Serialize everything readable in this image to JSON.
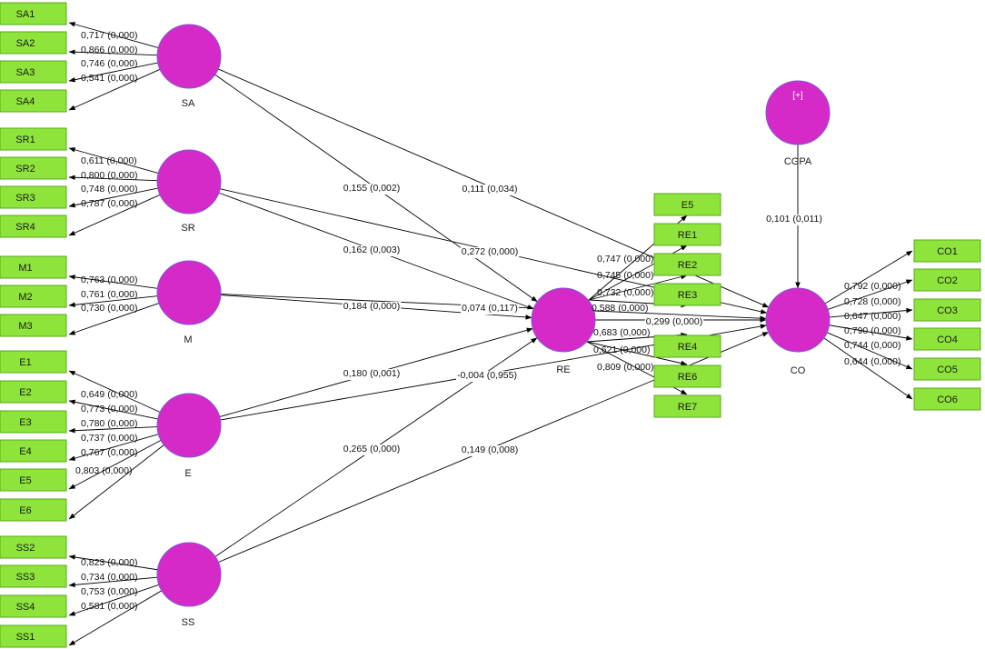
{
  "colors": {
    "construct_fill": "#d62ac8",
    "construct_stroke": "#7b5ad8",
    "indicator_fill": "#8ee43a",
    "indicator_stroke": "#5aa81e",
    "arrow": "#000000",
    "background": "#ffffff"
  },
  "constructs": [
    {
      "id": "SA",
      "label": "SA",
      "badge": ""
    },
    {
      "id": "SR",
      "label": "SR",
      "badge": ""
    },
    {
      "id": "M",
      "label": "M",
      "badge": ""
    },
    {
      "id": "E",
      "label": "E",
      "badge": ""
    },
    {
      "id": "SS",
      "label": "SS",
      "badge": ""
    },
    {
      "id": "RE",
      "label": "RE",
      "badge": ""
    },
    {
      "id": "CO",
      "label": "CO",
      "badge": ""
    },
    {
      "id": "CGPA",
      "label": "CGPA",
      "badge": "[+]"
    }
  ],
  "indicators": [
    {
      "id": "SA1",
      "label": "SA1",
      "construct": "SA",
      "loading": "0,717 (0,000)"
    },
    {
      "id": "SA2",
      "label": "SA2",
      "construct": "SA",
      "loading": "0,866 (0,000)"
    },
    {
      "id": "SA3",
      "label": "SA3",
      "construct": "SA",
      "loading": "0,746 (0,000)"
    },
    {
      "id": "SA4",
      "label": "SA4",
      "construct": "SA",
      "loading": "0,541 (0,000)"
    },
    {
      "id": "SR1",
      "label": "SR1",
      "construct": "SR",
      "loading": "0,611 (0,000)"
    },
    {
      "id": "SR2",
      "label": "SR2",
      "construct": "SR",
      "loading": "0,800 (0,000)"
    },
    {
      "id": "SR3",
      "label": "SR3",
      "construct": "SR",
      "loading": "0,748 (0,000)"
    },
    {
      "id": "SR4",
      "label": "SR4",
      "construct": "SR",
      "loading": "0,787 (0,000)"
    },
    {
      "id": "M1",
      "label": "M1",
      "construct": "M",
      "loading": "0,763 (0,000)"
    },
    {
      "id": "M2",
      "label": "M2",
      "construct": "M",
      "loading": "0,761 (0,000)"
    },
    {
      "id": "M3",
      "label": "M3",
      "construct": "M",
      "loading": "0,730 (0,000)"
    },
    {
      "id": "E1",
      "label": "E1",
      "construct": "E",
      "loading": "0,649 (0,000)"
    },
    {
      "id": "E2",
      "label": "E2",
      "construct": "E",
      "loading": "0,773 (0,000)"
    },
    {
      "id": "E3",
      "label": "E3",
      "construct": "E",
      "loading": "0,780 (0,000)"
    },
    {
      "id": "E4",
      "label": "E4",
      "construct": "E",
      "loading": "0,737 (0,000)"
    },
    {
      "id": "E5",
      "label": "E5",
      "construct": "E",
      "loading": "0,767 (0,000)"
    },
    {
      "id": "E6",
      "label": "E6",
      "construct": "E",
      "loading": "0,803 (0,000)"
    },
    {
      "id": "SS2",
      "label": "SS2",
      "construct": "SS",
      "loading": "0,823 (0,000)"
    },
    {
      "id": "SS3",
      "label": "SS3",
      "construct": "SS",
      "loading": "0,734 (0,000)"
    },
    {
      "id": "SS4",
      "label": "SS4",
      "construct": "SS",
      "loading": "0,753 (0,000)"
    },
    {
      "id": "SS1",
      "label": "SS1",
      "construct": "SS",
      "loading": "0,581 (0,000)"
    },
    {
      "id": "RE_E5",
      "label": "E5",
      "construct": "RE",
      "loading": "0,747 (0,000)"
    },
    {
      "id": "RE1",
      "label": "RE1",
      "construct": "RE",
      "loading": "0,745 (0,000)"
    },
    {
      "id": "RE2",
      "label": "RE2",
      "construct": "RE",
      "loading": "0,732 (0,000)"
    },
    {
      "id": "RE3",
      "label": "RE3",
      "construct": "RE",
      "loading": "0,588 (0,000)"
    },
    {
      "id": "RE4",
      "label": "RE4",
      "construct": "RE",
      "loading": "0,683 (0,000)"
    },
    {
      "id": "RE6",
      "label": "RE6",
      "construct": "RE",
      "loading": "0,621 (0,000)"
    },
    {
      "id": "RE7",
      "label": "RE7",
      "construct": "RE",
      "loading": "0,809 (0,000)"
    },
    {
      "id": "CO1",
      "label": "CO1",
      "construct": "CO",
      "loading": "0,792 (0,000)"
    },
    {
      "id": "CO2",
      "label": "CO2",
      "construct": "CO",
      "loading": "0,728 (0,000)"
    },
    {
      "id": "CO3",
      "label": "CO3",
      "construct": "CO",
      "loading": "0,647 (0,000)"
    },
    {
      "id": "CO4",
      "label": "CO4",
      "construct": "CO",
      "loading": "0,790 (0,000)"
    },
    {
      "id": "CO5",
      "label": "CO5",
      "construct": "CO",
      "loading": "0,744 (0,000)"
    },
    {
      "id": "CO6",
      "label": "CO6",
      "construct": "CO",
      "loading": "0,644 (0,000)"
    }
  ],
  "paths": [
    {
      "id": "SA-RE",
      "from": "SA",
      "to": "RE",
      "label": "0,155 (0,002)"
    },
    {
      "id": "SA-CO",
      "from": "SA",
      "to": "CO",
      "label": "0,111 (0,034)"
    },
    {
      "id": "SR-RE",
      "from": "SR",
      "to": "RE",
      "label": "0,162 (0,003)"
    },
    {
      "id": "SR-CO",
      "from": "SR",
      "to": "CO",
      "label": "0,272 (0,000)"
    },
    {
      "id": "M-RE",
      "from": "M",
      "to": "RE",
      "label": "0,184 (0,000)"
    },
    {
      "id": "M-CO",
      "from": "M",
      "to": "CO",
      "label": "0,074 (0,117)"
    },
    {
      "id": "E-RE",
      "from": "E",
      "to": "RE",
      "label": "0,180 (0,001)"
    },
    {
      "id": "E-CO",
      "from": "E",
      "to": "CO",
      "label": "-0,004 (0,955)"
    },
    {
      "id": "SS-RE",
      "from": "SS",
      "to": "RE",
      "label": "0,265 (0,000)"
    },
    {
      "id": "SS-CO",
      "from": "SS",
      "to": "CO",
      "label": "0,149 (0,008)"
    },
    {
      "id": "RE-CO",
      "from": "RE",
      "to": "CO",
      "label": "0,299 (0,000)"
    },
    {
      "id": "CGPA-CO",
      "from": "CGPA",
      "to": "CO",
      "label": "0,101 (0,011)"
    }
  ]
}
